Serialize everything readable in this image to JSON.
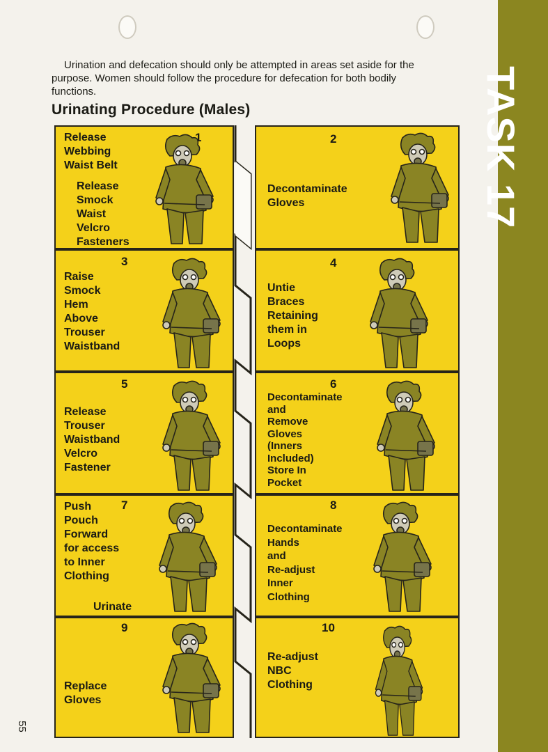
{
  "intro": "Urination and defecation should only be attempted in areas set aside for the purpose. Women should follow the procedure for defecation for both bodily functions.",
  "title": "Urinating Procedure (Males)",
  "sidebar_label": "TASK 17",
  "page_number": "55",
  "colors": {
    "panel": "#f4d11a",
    "sidebar": "#8b8620",
    "figure": "#8a8424",
    "outline": "#26241a"
  },
  "steps": [
    {
      "number": "1",
      "text": "Release\nWebbing\nWaist Belt",
      "text2": "Release\nSmock\nWaist\nVelcro\nFasteners"
    },
    {
      "number": "2",
      "text": "Decontaminate\nGloves"
    },
    {
      "number": "3",
      "text": "Raise\nSmock\nHem\nAbove\nTrouser\nWaistband"
    },
    {
      "number": "4",
      "text": "Untie\nBraces\nRetaining\nthem in\nLoops"
    },
    {
      "number": "5",
      "text": "Release\nTrouser\nWaistband\nVelcro\nFastener"
    },
    {
      "number": "6",
      "text": "Decontaminate\nand\nRemove\nGloves\n(Inners\nIncluded)\nStore In\nPocket"
    },
    {
      "number": "7",
      "text": "Push\nPouch\nForward\nfor access\nto Inner\nClothing",
      "text2": "Urinate"
    },
    {
      "number": "8",
      "text": "Decontaminate\nHands\nand\nRe-adjust\nInner\nClothing"
    },
    {
      "number": "9",
      "text": "Replace\nGloves"
    },
    {
      "number": "10",
      "text": "Re-adjust\nNBC\nClothing"
    }
  ]
}
